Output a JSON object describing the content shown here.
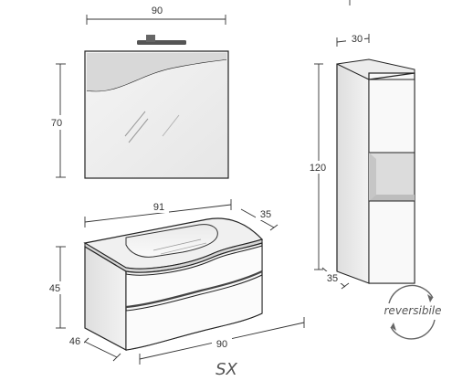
{
  "dimensions": {
    "mirror_width": "90",
    "mirror_height": "70",
    "column_width": "30",
    "column_height": "120",
    "column_depth": "35",
    "top_width": "91",
    "top_depth": "35",
    "cabinet_height": "45",
    "cabinet_depth": "46",
    "cabinet_width": "90"
  },
  "variant_label": "SX",
  "badge_text": "reversibile",
  "colors": {
    "line": "#222222",
    "accent": "#555555"
  }
}
